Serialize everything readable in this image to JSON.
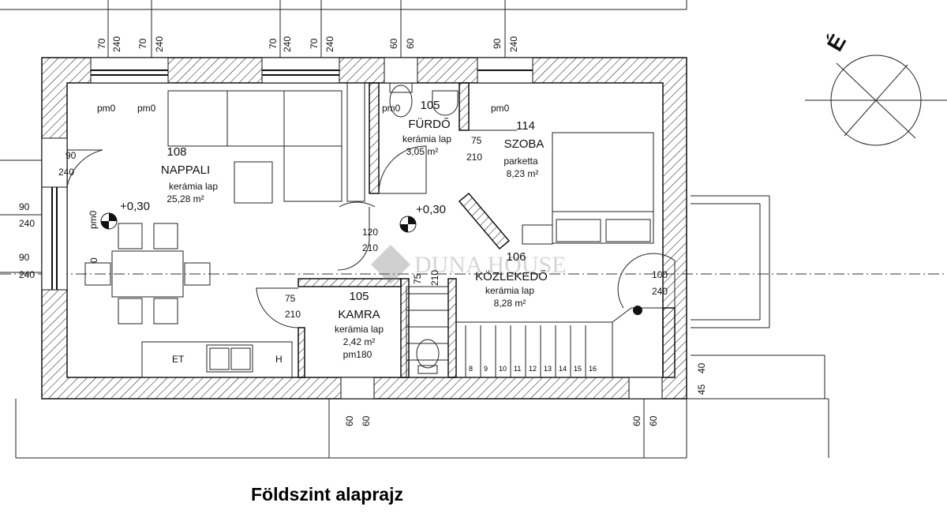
{
  "north_label": "É",
  "caption": "Földszint alaprajz",
  "watermark": "DUNA HOUSE",
  "rooms": {
    "nappali": {
      "num": "108",
      "name": "NAPPALI",
      "floor": "kerámia lap",
      "area": "25,28 m²"
    },
    "furdo": {
      "num": "105",
      "name": "FÜRDŐ",
      "floor": "kerámia lap",
      "area": "3,05 m²"
    },
    "szoba": {
      "num": "114",
      "name": "SZOBA",
      "floor": "parketta",
      "area": "8,23 m²"
    },
    "kozlekedo": {
      "num": "106",
      "name": "KÖZLEKEDŐ",
      "floor": "kerámia lap",
      "area": "8,28 m²"
    },
    "kamra": {
      "num": "105",
      "name": "KAMRA",
      "floor": "kerámia lap",
      "area": "2,42 m²",
      "note": "pm180"
    }
  },
  "levels": {
    "main": "+0,30",
    "hall": "+0,30"
  },
  "pm_labels": [
    "pm0",
    "pm0",
    "pm0",
    "pm0"
  ],
  "dimensions": {
    "top": [
      "70",
      "240",
      "70",
      "240",
      "70",
      "240",
      "70",
      "240",
      "60",
      "60",
      "90",
      "240"
    ],
    "bottom": [
      "60",
      "60",
      "60",
      "60"
    ],
    "right": [
      "45",
      "40"
    ],
    "doors": {
      "entry": [
        "90",
        "240"
      ],
      "left_window_1": [
        "90",
        "240"
      ],
      "left_window_2": [
        "90",
        "240"
      ],
      "bath": [
        "75",
        "210"
      ],
      "hall": [
        "120",
        "210"
      ],
      "kamra": [
        "75",
        "210"
      ],
      "right": [
        "100",
        "240"
      ],
      "stair": [
        "75",
        "210"
      ]
    }
  },
  "misc": {
    "et": "ET",
    "h": "H",
    "zero": "0",
    "pm0v": "pm0"
  },
  "stair_steps": [
    "8",
    "9",
    "10",
    "11",
    "12",
    "13",
    "14",
    "15",
    "16"
  ]
}
